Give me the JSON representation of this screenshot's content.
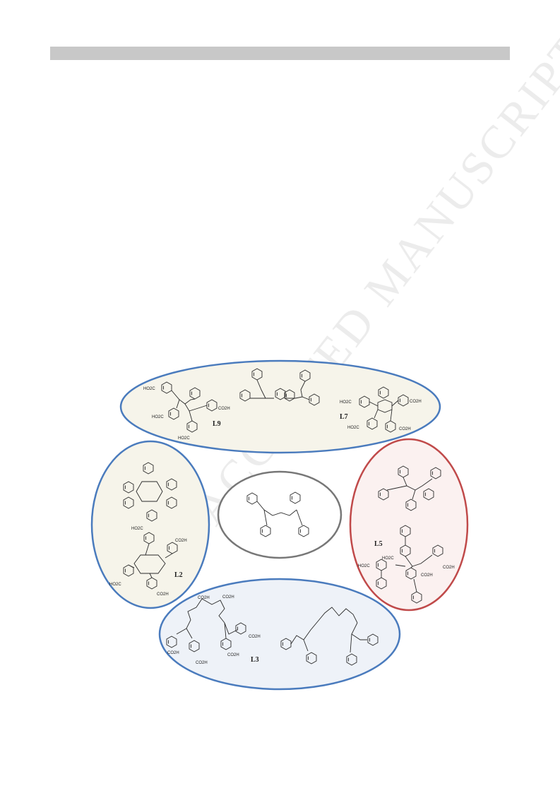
{
  "watermark": "ACCEPTED MANUSCRIPT",
  "figure": {
    "labels": {
      "l9": "L9",
      "l7": "L7",
      "l2": "L2",
      "l5": "L5",
      "l3": "L3"
    },
    "substituents": {
      "co2h": "CO2H",
      "ho2c": "HO2C"
    },
    "colors": {
      "blue_outline": "#4a7bbd",
      "red_outline": "#c04a4a",
      "gray_outline": "#777777",
      "cream_fill": "#f6f4ea",
      "blue_fill": "#eef2f8",
      "pink_fill": "#fbf1f0"
    }
  }
}
